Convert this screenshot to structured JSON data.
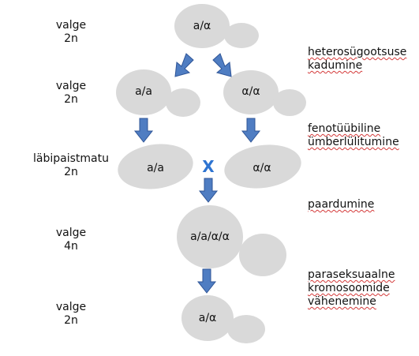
{
  "left_labels": [
    {
      "name": "valge",
      "ploidy": "2n"
    },
    {
      "name": "valge",
      "ploidy": "2n"
    },
    {
      "name": "läbipaistmatu",
      "ploidy": "2n"
    },
    {
      "name": "valge",
      "ploidy": "4n"
    },
    {
      "name": "valge",
      "ploidy": "2n"
    }
  ],
  "cells": [
    "a/α",
    "a/a",
    "α/α",
    "a/a",
    "α/α",
    "a/a/α/α",
    "a/α"
  ],
  "cross_symbol": "X",
  "process_labels": [
    [
      "heterosügootsuse",
      "kadumine"
    ],
    [
      "fenotüübiline",
      "ümberlülitumine"
    ],
    [
      "paardumine"
    ],
    [
      "paraseksuaalne",
      "kromosoomide",
      "vähenemine"
    ]
  ],
  "colors": {
    "cell": "#d9d9d9",
    "arrow": "#4f7dc2",
    "arrow_stroke": "#2f5597",
    "cross": "#2e74d1",
    "squiggle": "#d43a3a"
  }
}
